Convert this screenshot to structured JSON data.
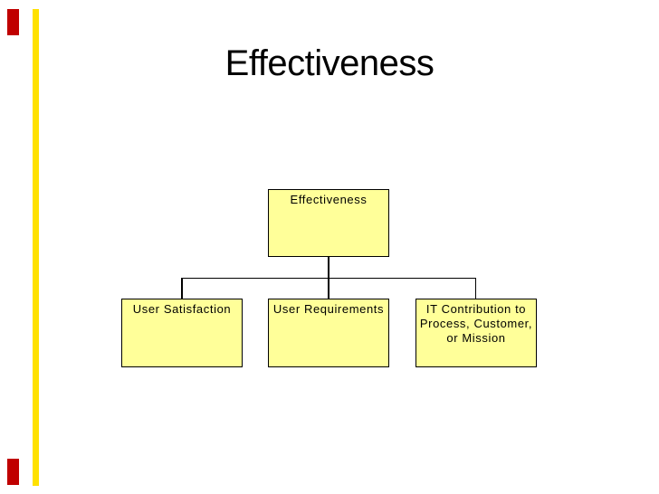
{
  "slide": {
    "title": "Effectiveness"
  },
  "diagram": {
    "type": "org-chart",
    "root": {
      "label": "Effectiveness"
    },
    "children": [
      {
        "label": "User Satisfaction"
      },
      {
        "label": "User Requirements"
      },
      {
        "label": "IT Contribution to Process, Customer, or Mission"
      }
    ],
    "colors": {
      "box_fill": "#ffff99",
      "box_border": "#000000",
      "connector": "#000000"
    }
  },
  "decorations": {
    "accent_red": "#c00000",
    "accent_yellow": "#ffe100"
  }
}
